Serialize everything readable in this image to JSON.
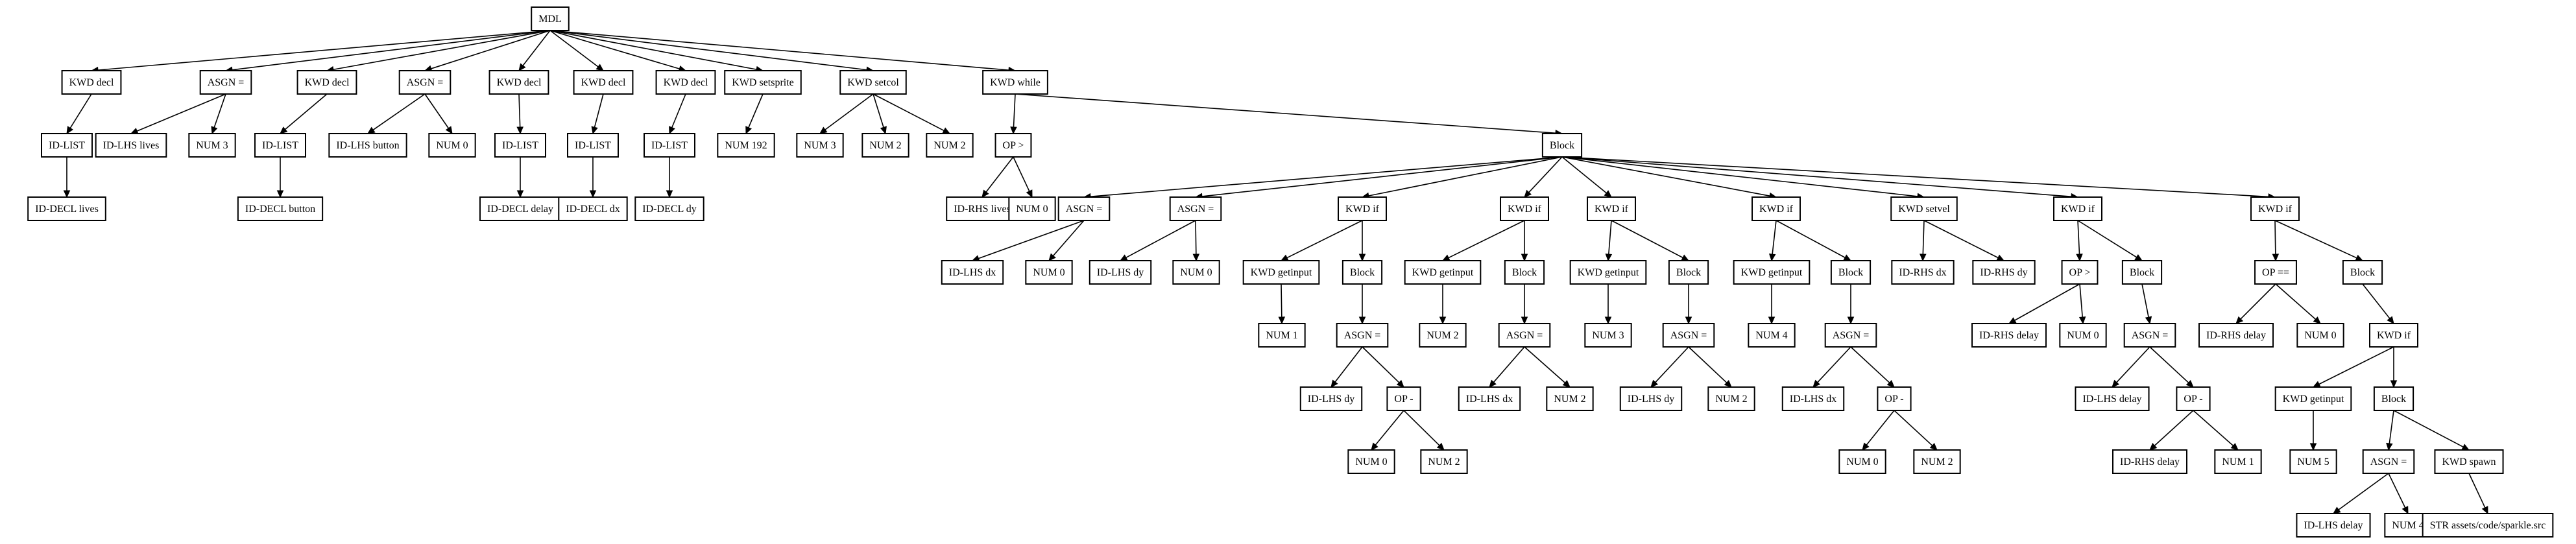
{
  "nodes": [
    {
      "id": "n0",
      "label": "MDL"
    },
    {
      "id": "n1",
      "label": "KWD decl"
    },
    {
      "id": "n2",
      "label": "ASGN ="
    },
    {
      "id": "n3",
      "label": "KWD decl"
    },
    {
      "id": "n4",
      "label": "ASGN ="
    },
    {
      "id": "n5",
      "label": "KWD decl"
    },
    {
      "id": "n6",
      "label": "KWD decl"
    },
    {
      "id": "n7",
      "label": "KWD decl"
    },
    {
      "id": "n8",
      "label": "KWD setsprite"
    },
    {
      "id": "n9",
      "label": "KWD setcol"
    },
    {
      "id": "n10",
      "label": "KWD while"
    },
    {
      "id": "n11",
      "label": "ID-LIST"
    },
    {
      "id": "n12",
      "label": "ID-LHS lives"
    },
    {
      "id": "n13",
      "label": "NUM 3"
    },
    {
      "id": "n14",
      "label": "ID-LIST"
    },
    {
      "id": "n15",
      "label": "ID-LHS button"
    },
    {
      "id": "n16",
      "label": "NUM 0"
    },
    {
      "id": "n17",
      "label": "ID-LIST"
    },
    {
      "id": "n18",
      "label": "ID-LIST"
    },
    {
      "id": "n19",
      "label": "ID-LIST"
    },
    {
      "id": "n20",
      "label": "NUM 192"
    },
    {
      "id": "n21",
      "label": "NUM 3"
    },
    {
      "id": "n22",
      "label": "NUM 2"
    },
    {
      "id": "n23",
      "label": "NUM 2"
    },
    {
      "id": "n24",
      "label": "OP >"
    },
    {
      "id": "n25",
      "label": "Block"
    },
    {
      "id": "n26",
      "label": "ID-DECL lives"
    },
    {
      "id": "n27",
      "label": "ID-DECL button"
    },
    {
      "id": "n28",
      "label": "ID-DECL delay"
    },
    {
      "id": "n29",
      "label": "ID-DECL dx"
    },
    {
      "id": "n30",
      "label": "ID-DECL dy"
    },
    {
      "id": "n31",
      "label": "ID-RHS lives"
    },
    {
      "id": "n32",
      "label": "NUM 0"
    },
    {
      "id": "n33",
      "label": "ASGN ="
    },
    {
      "id": "n34",
      "label": "ASGN ="
    },
    {
      "id": "n35",
      "label": "KWD if"
    },
    {
      "id": "n36",
      "label": "KWD if"
    },
    {
      "id": "n37",
      "label": "KWD if"
    },
    {
      "id": "n38",
      "label": "KWD if"
    },
    {
      "id": "n39",
      "label": "KWD setvel"
    },
    {
      "id": "n40",
      "label": "KWD if"
    },
    {
      "id": "n41",
      "label": "KWD if"
    },
    {
      "id": "n42",
      "label": "ID-LHS dx"
    },
    {
      "id": "n43",
      "label": "NUM 0"
    },
    {
      "id": "n44",
      "label": "ID-LHS dy"
    },
    {
      "id": "n45",
      "label": "NUM 0"
    },
    {
      "id": "n46",
      "label": "KWD getinput"
    },
    {
      "id": "n47",
      "label": "Block"
    },
    {
      "id": "n48",
      "label": "KWD getinput"
    },
    {
      "id": "n49",
      "label": "Block"
    },
    {
      "id": "n50",
      "label": "KWD getinput"
    },
    {
      "id": "n51",
      "label": "Block"
    },
    {
      "id": "n52",
      "label": "KWD getinput"
    },
    {
      "id": "n53",
      "label": "Block"
    },
    {
      "id": "n54",
      "label": "ID-RHS dx"
    },
    {
      "id": "n55",
      "label": "ID-RHS dy"
    },
    {
      "id": "n56",
      "label": "OP >"
    },
    {
      "id": "n57",
      "label": "Block"
    },
    {
      "id": "n58",
      "label": "OP =="
    },
    {
      "id": "n59",
      "label": "Block"
    },
    {
      "id": "n60",
      "label": "NUM 1"
    },
    {
      "id": "n61",
      "label": "ASGN ="
    },
    {
      "id": "n62",
      "label": "NUM 2"
    },
    {
      "id": "n63",
      "label": "ASGN ="
    },
    {
      "id": "n64",
      "label": "NUM 3"
    },
    {
      "id": "n65",
      "label": "ASGN ="
    },
    {
      "id": "n66",
      "label": "NUM 4"
    },
    {
      "id": "n67",
      "label": "ASGN ="
    },
    {
      "id": "n68",
      "label": "ID-RHS delay"
    },
    {
      "id": "n69",
      "label": "NUM 0"
    },
    {
      "id": "n70",
      "label": "ASGN ="
    },
    {
      "id": "n71",
      "label": "ID-RHS delay"
    },
    {
      "id": "n72",
      "label": "NUM 0"
    },
    {
      "id": "n73",
      "label": "KWD if"
    },
    {
      "id": "n74",
      "label": "ID-LHS dy"
    },
    {
      "id": "n75",
      "label": "OP -"
    },
    {
      "id": "n76",
      "label": "ID-LHS dx"
    },
    {
      "id": "n77",
      "label": "NUM 2"
    },
    {
      "id": "n78",
      "label": "ID-LHS dy"
    },
    {
      "id": "n79",
      "label": "NUM 2"
    },
    {
      "id": "n80",
      "label": "ID-LHS dx"
    },
    {
      "id": "n81",
      "label": "OP -"
    },
    {
      "id": "n82",
      "label": "ID-LHS delay"
    },
    {
      "id": "n83",
      "label": "OP -"
    },
    {
      "id": "n84",
      "label": "KWD getinput"
    },
    {
      "id": "n85",
      "label": "Block"
    },
    {
      "id": "n86",
      "label": "NUM 0"
    },
    {
      "id": "n87",
      "label": "NUM 2"
    },
    {
      "id": "n88",
      "label": "NUM 0"
    },
    {
      "id": "n89",
      "label": "NUM 2"
    },
    {
      "id": "n90",
      "label": "ID-RHS delay"
    },
    {
      "id": "n91",
      "label": "NUM 1"
    },
    {
      "id": "n92",
      "label": "NUM 5"
    },
    {
      "id": "n93",
      "label": "ASGN ="
    },
    {
      "id": "n94",
      "label": "KWD spawn"
    },
    {
      "id": "n95",
      "label": "ID-LHS delay"
    },
    {
      "id": "n96",
      "label": "NUM 4"
    },
    {
      "id": "n97",
      "label": "STR assets/code/sparkle.src"
    }
  ],
  "edges": [
    [
      "n0",
      "n1"
    ],
    [
      "n0",
      "n2"
    ],
    [
      "n0",
      "n3"
    ],
    [
      "n0",
      "n4"
    ],
    [
      "n0",
      "n5"
    ],
    [
      "n0",
      "n6"
    ],
    [
      "n0",
      "n7"
    ],
    [
      "n0",
      "n8"
    ],
    [
      "n0",
      "n9"
    ],
    [
      "n0",
      "n10"
    ],
    [
      "n1",
      "n11"
    ],
    [
      "n11",
      "n26"
    ],
    [
      "n2",
      "n12"
    ],
    [
      "n2",
      "n13"
    ],
    [
      "n3",
      "n14"
    ],
    [
      "n14",
      "n27"
    ],
    [
      "n4",
      "n15"
    ],
    [
      "n4",
      "n16"
    ],
    [
      "n5",
      "n17"
    ],
    [
      "n17",
      "n28"
    ],
    [
      "n6",
      "n18"
    ],
    [
      "n18",
      "n29"
    ],
    [
      "n7",
      "n19"
    ],
    [
      "n19",
      "n30"
    ],
    [
      "n8",
      "n20"
    ],
    [
      "n9",
      "n21"
    ],
    [
      "n9",
      "n22"
    ],
    [
      "n9",
      "n23"
    ],
    [
      "n10",
      "n24"
    ],
    [
      "n10",
      "n25"
    ],
    [
      "n24",
      "n31"
    ],
    [
      "n24",
      "n32"
    ],
    [
      "n25",
      "n33"
    ],
    [
      "n25",
      "n34"
    ],
    [
      "n25",
      "n35"
    ],
    [
      "n25",
      "n36"
    ],
    [
      "n25",
      "n37"
    ],
    [
      "n25",
      "n38"
    ],
    [
      "n25",
      "n39"
    ],
    [
      "n25",
      "n40"
    ],
    [
      "n25",
      "n41"
    ],
    [
      "n33",
      "n42"
    ],
    [
      "n33",
      "n43"
    ],
    [
      "n34",
      "n44"
    ],
    [
      "n34",
      "n45"
    ],
    [
      "n35",
      "n46"
    ],
    [
      "n35",
      "n47"
    ],
    [
      "n46",
      "n60"
    ],
    [
      "n47",
      "n61"
    ],
    [
      "n61",
      "n74"
    ],
    [
      "n61",
      "n75"
    ],
    [
      "n75",
      "n86"
    ],
    [
      "n75",
      "n87"
    ],
    [
      "n36",
      "n48"
    ],
    [
      "n36",
      "n49"
    ],
    [
      "n48",
      "n62"
    ],
    [
      "n49",
      "n63"
    ],
    [
      "n63",
      "n76"
    ],
    [
      "n63",
      "n77"
    ],
    [
      "n37",
      "n50"
    ],
    [
      "n37",
      "n51"
    ],
    [
      "n50",
      "n64"
    ],
    [
      "n51",
      "n65"
    ],
    [
      "n65",
      "n78"
    ],
    [
      "n65",
      "n79"
    ],
    [
      "n38",
      "n52"
    ],
    [
      "n38",
      "n53"
    ],
    [
      "n52",
      "n66"
    ],
    [
      "n53",
      "n67"
    ],
    [
      "n67",
      "n80"
    ],
    [
      "n67",
      "n81"
    ],
    [
      "n81",
      "n88"
    ],
    [
      "n81",
      "n89"
    ],
    [
      "n39",
      "n54"
    ],
    [
      "n39",
      "n55"
    ],
    [
      "n40",
      "n56"
    ],
    [
      "n40",
      "n57"
    ],
    [
      "n56",
      "n68"
    ],
    [
      "n56",
      "n69"
    ],
    [
      "n57",
      "n70"
    ],
    [
      "n70",
      "n82"
    ],
    [
      "n70",
      "n83"
    ],
    [
      "n83",
      "n90"
    ],
    [
      "n83",
      "n91"
    ],
    [
      "n41",
      "n58"
    ],
    [
      "n41",
      "n59"
    ],
    [
      "n58",
      "n71"
    ],
    [
      "n58",
      "n72"
    ],
    [
      "n59",
      "n73"
    ],
    [
      "n73",
      "n84"
    ],
    [
      "n73",
      "n85"
    ],
    [
      "n84",
      "n92"
    ],
    [
      "n85",
      "n93"
    ],
    [
      "n85",
      "n94"
    ],
    [
      "n93",
      "n95"
    ],
    [
      "n93",
      "n96"
    ],
    [
      "n94",
      "n97"
    ]
  ]
}
